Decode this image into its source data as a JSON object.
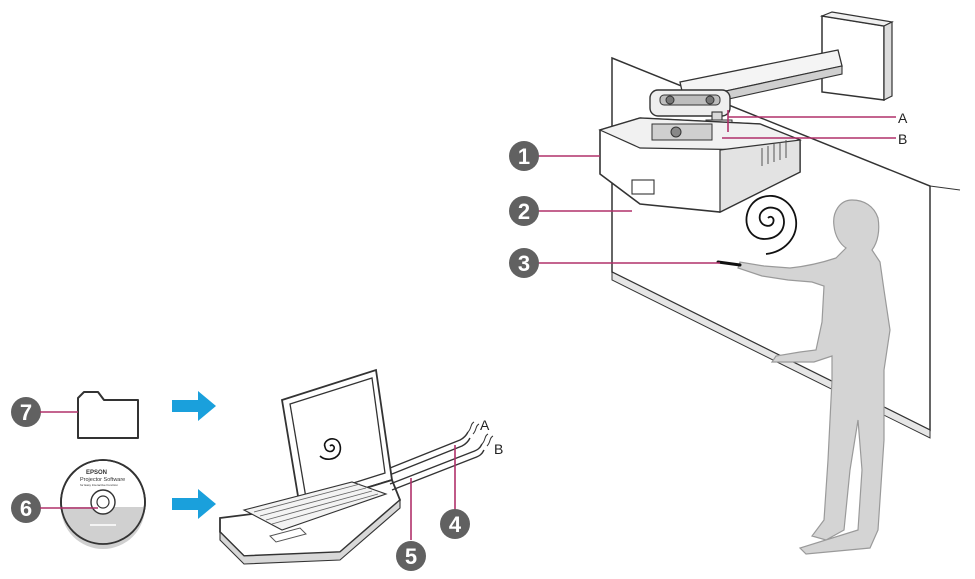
{
  "callouts": {
    "one": "1",
    "two": "2",
    "three": "3",
    "four": "4",
    "five": "5",
    "six": "6",
    "seven": "7"
  },
  "cable_labels": {
    "a_top": "A",
    "b_top": "B",
    "a_laptop": "A",
    "b_laptop": "B"
  },
  "cd": {
    "brand": "EPSON",
    "title": "Projector Software",
    "subtitle": "for Easy Interactive Function"
  },
  "colors": {
    "callout_fill": "#616161",
    "leader_line": "#b0306a",
    "arrow": "#1aa0dc",
    "person": "#d6d6d6",
    "wall": "#ffffff",
    "outline": "#333333"
  },
  "icons": {
    "folder": "folder-icon",
    "cd": "cd-disc-icon",
    "arrow": "arrow-right-icon",
    "spiral": "spiral-icon"
  }
}
